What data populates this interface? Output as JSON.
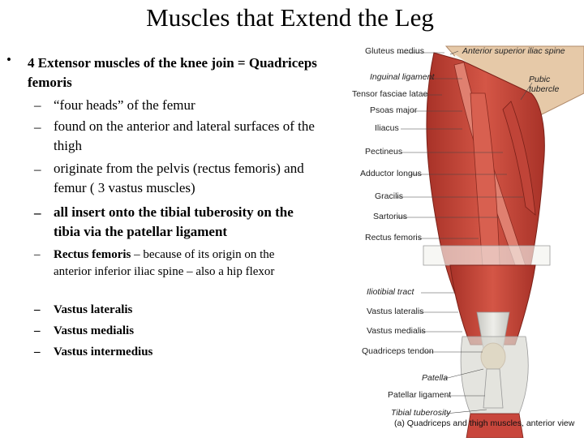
{
  "title": "Muscles that Extend the Leg",
  "bullet": {
    "marker": "•",
    "text": "4 Extensor muscles of the knee join = Quadriceps femoris"
  },
  "subpoints": [
    {
      "dash": "–",
      "text": "“four heads” of the femur"
    },
    {
      "dash": "–",
      "text": "found on the anterior and lateral surfaces of the thigh"
    },
    {
      "dash": "–",
      "text": "originate from the pelvis (rectus femoris) and femur ( 3 vastus muscles)"
    },
    {
      "dash": "–",
      "text": "all insert onto the tibial tuberosity on the tibia via the patellar ligament"
    }
  ],
  "muscles": [
    {
      "dash": "–",
      "name": "Rectus femoris",
      "note": " – because of its origin on the anterior inferior iliac spine – also a hip flexor"
    },
    {
      "dash": "–",
      "name": "Vastus lateralis"
    },
    {
      "dash": "–",
      "name": "Vastus medialis"
    },
    {
      "dash": "–",
      "name": "Vastus intermedius"
    }
  ],
  "figure": {
    "labels": {
      "gluteus_medius": "Gluteus medius",
      "asis": "Anterior superior iliac spine",
      "inguinal": "Inguinal ligament",
      "pubic": "Pubic tubercle",
      "tfl": "Tensor fasciae latae",
      "psoas": "Psoas major",
      "iliacus": "Iliacus",
      "pectineus": "Pectineus",
      "adductor": "Adductor longus",
      "gracilis": "Gracilis",
      "sartorius": "Sartorius",
      "rectus": "Rectus femoris",
      "itt": "Iliotibial tract",
      "vl": "Vastus lateralis",
      "vm": "Vastus medialis",
      "qt": "Quadriceps tendon",
      "patella": "Patella",
      "pl": "Patellar ligament",
      "tt": "Tibial tuberosity"
    },
    "caption": "(a) Quadriceps and thigh muscles, anterior view",
    "colors": {
      "muscle": "#c8463c",
      "muscle_light": "#e07a6a",
      "tendon": "#dcdcd6",
      "bone": "#eedcb8"
    }
  }
}
